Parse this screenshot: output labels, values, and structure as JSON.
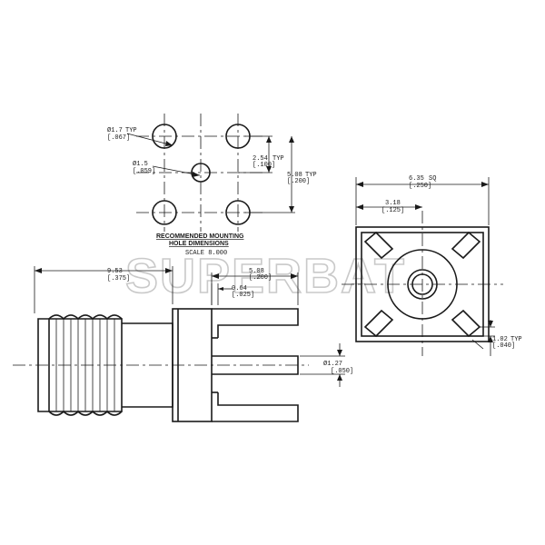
{
  "watermark": "SUPERBAT",
  "mounting": {
    "title_line1": "RECOMMENDED MOUNTING",
    "title_line2": "HOLE DIMENSIONS",
    "scale": "SCALE 8.000",
    "hole_dia": "Ø1.7",
    "hole_dia_typ": "TYP",
    "hole_dia_in": "[.067]",
    "center_dia": "Ø1.5",
    "center_dia_in": "[.059]",
    "pitch": "2.54",
    "pitch_typ": "TYP",
    "pitch_in": "[.100]",
    "span": "5.08",
    "span_typ": "TYP",
    "span_in": "[.200]"
  },
  "side_view": {
    "length": "9.53",
    "length_in": "[.375]",
    "pin_gap": "5.08",
    "pin_gap_in": "[.200]",
    "pin_thick": "0.64",
    "pin_thick_in": "[.025]",
    "pin_dia": "Ø1.27",
    "pin_dia_in": "[.050]"
  },
  "front_view": {
    "size": "6.35",
    "size_sq": "SQ",
    "size_in": "[.250]",
    "half": "3.18",
    "half_in": "[.125]",
    "leg": "1.02",
    "leg_typ": "TYP",
    "leg_in": "[.040]"
  }
}
